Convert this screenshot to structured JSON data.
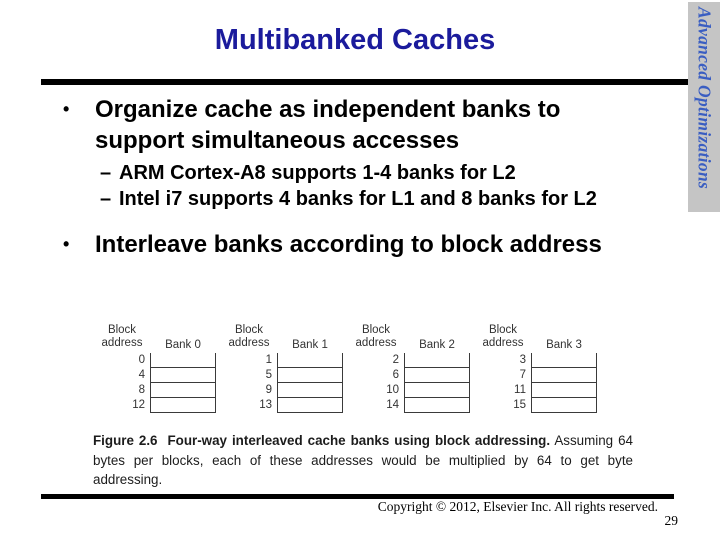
{
  "slide": {
    "title": "Multibanked Caches"
  },
  "sidebar": {
    "label": "Advanced Optimizations"
  },
  "chars": {
    "bullet": "•",
    "dash": "–"
  },
  "bullets": {
    "b1": "Organize cache as independent banks to support simultaneous accesses",
    "b1_sub1": "ARM Cortex-A8 supports 1-4 banks for L2",
    "b1_sub2": "Intel i7 supports 4 banks for L1 and 8 banks for L2",
    "b2": "Interleave banks according to block address"
  },
  "figure": {
    "addr_header_line1": "Block",
    "addr_header_line2": "address",
    "banks": [
      {
        "name": "Bank 0",
        "addresses": [
          "0",
          "4",
          "8",
          "12"
        ]
      },
      {
        "name": "Bank 1",
        "addresses": [
          "1",
          "5",
          "9",
          "13"
        ]
      },
      {
        "name": "Bank 2",
        "addresses": [
          "2",
          "6",
          "10",
          "14"
        ]
      },
      {
        "name": "Bank 3",
        "addresses": [
          "3",
          "7",
          "11",
          "15"
        ]
      }
    ],
    "caption_label": "Figure 2.6",
    "caption_bold": "Four-way interleaved cache banks using block addressing.",
    "caption_rest": "Assuming 64 bytes per blocks, each of these addresses would be multiplied by 64 to get byte addressing."
  },
  "footer": {
    "copyright": "Copyright © 2012, Elsevier Inc. All rights reserved.",
    "page_number": "29"
  },
  "colors": {
    "title_blue": "#1b1b9c",
    "sidebar_text_blue": "#3a5ec2",
    "sidebar_bg_gray": "#c5c5c5"
  }
}
